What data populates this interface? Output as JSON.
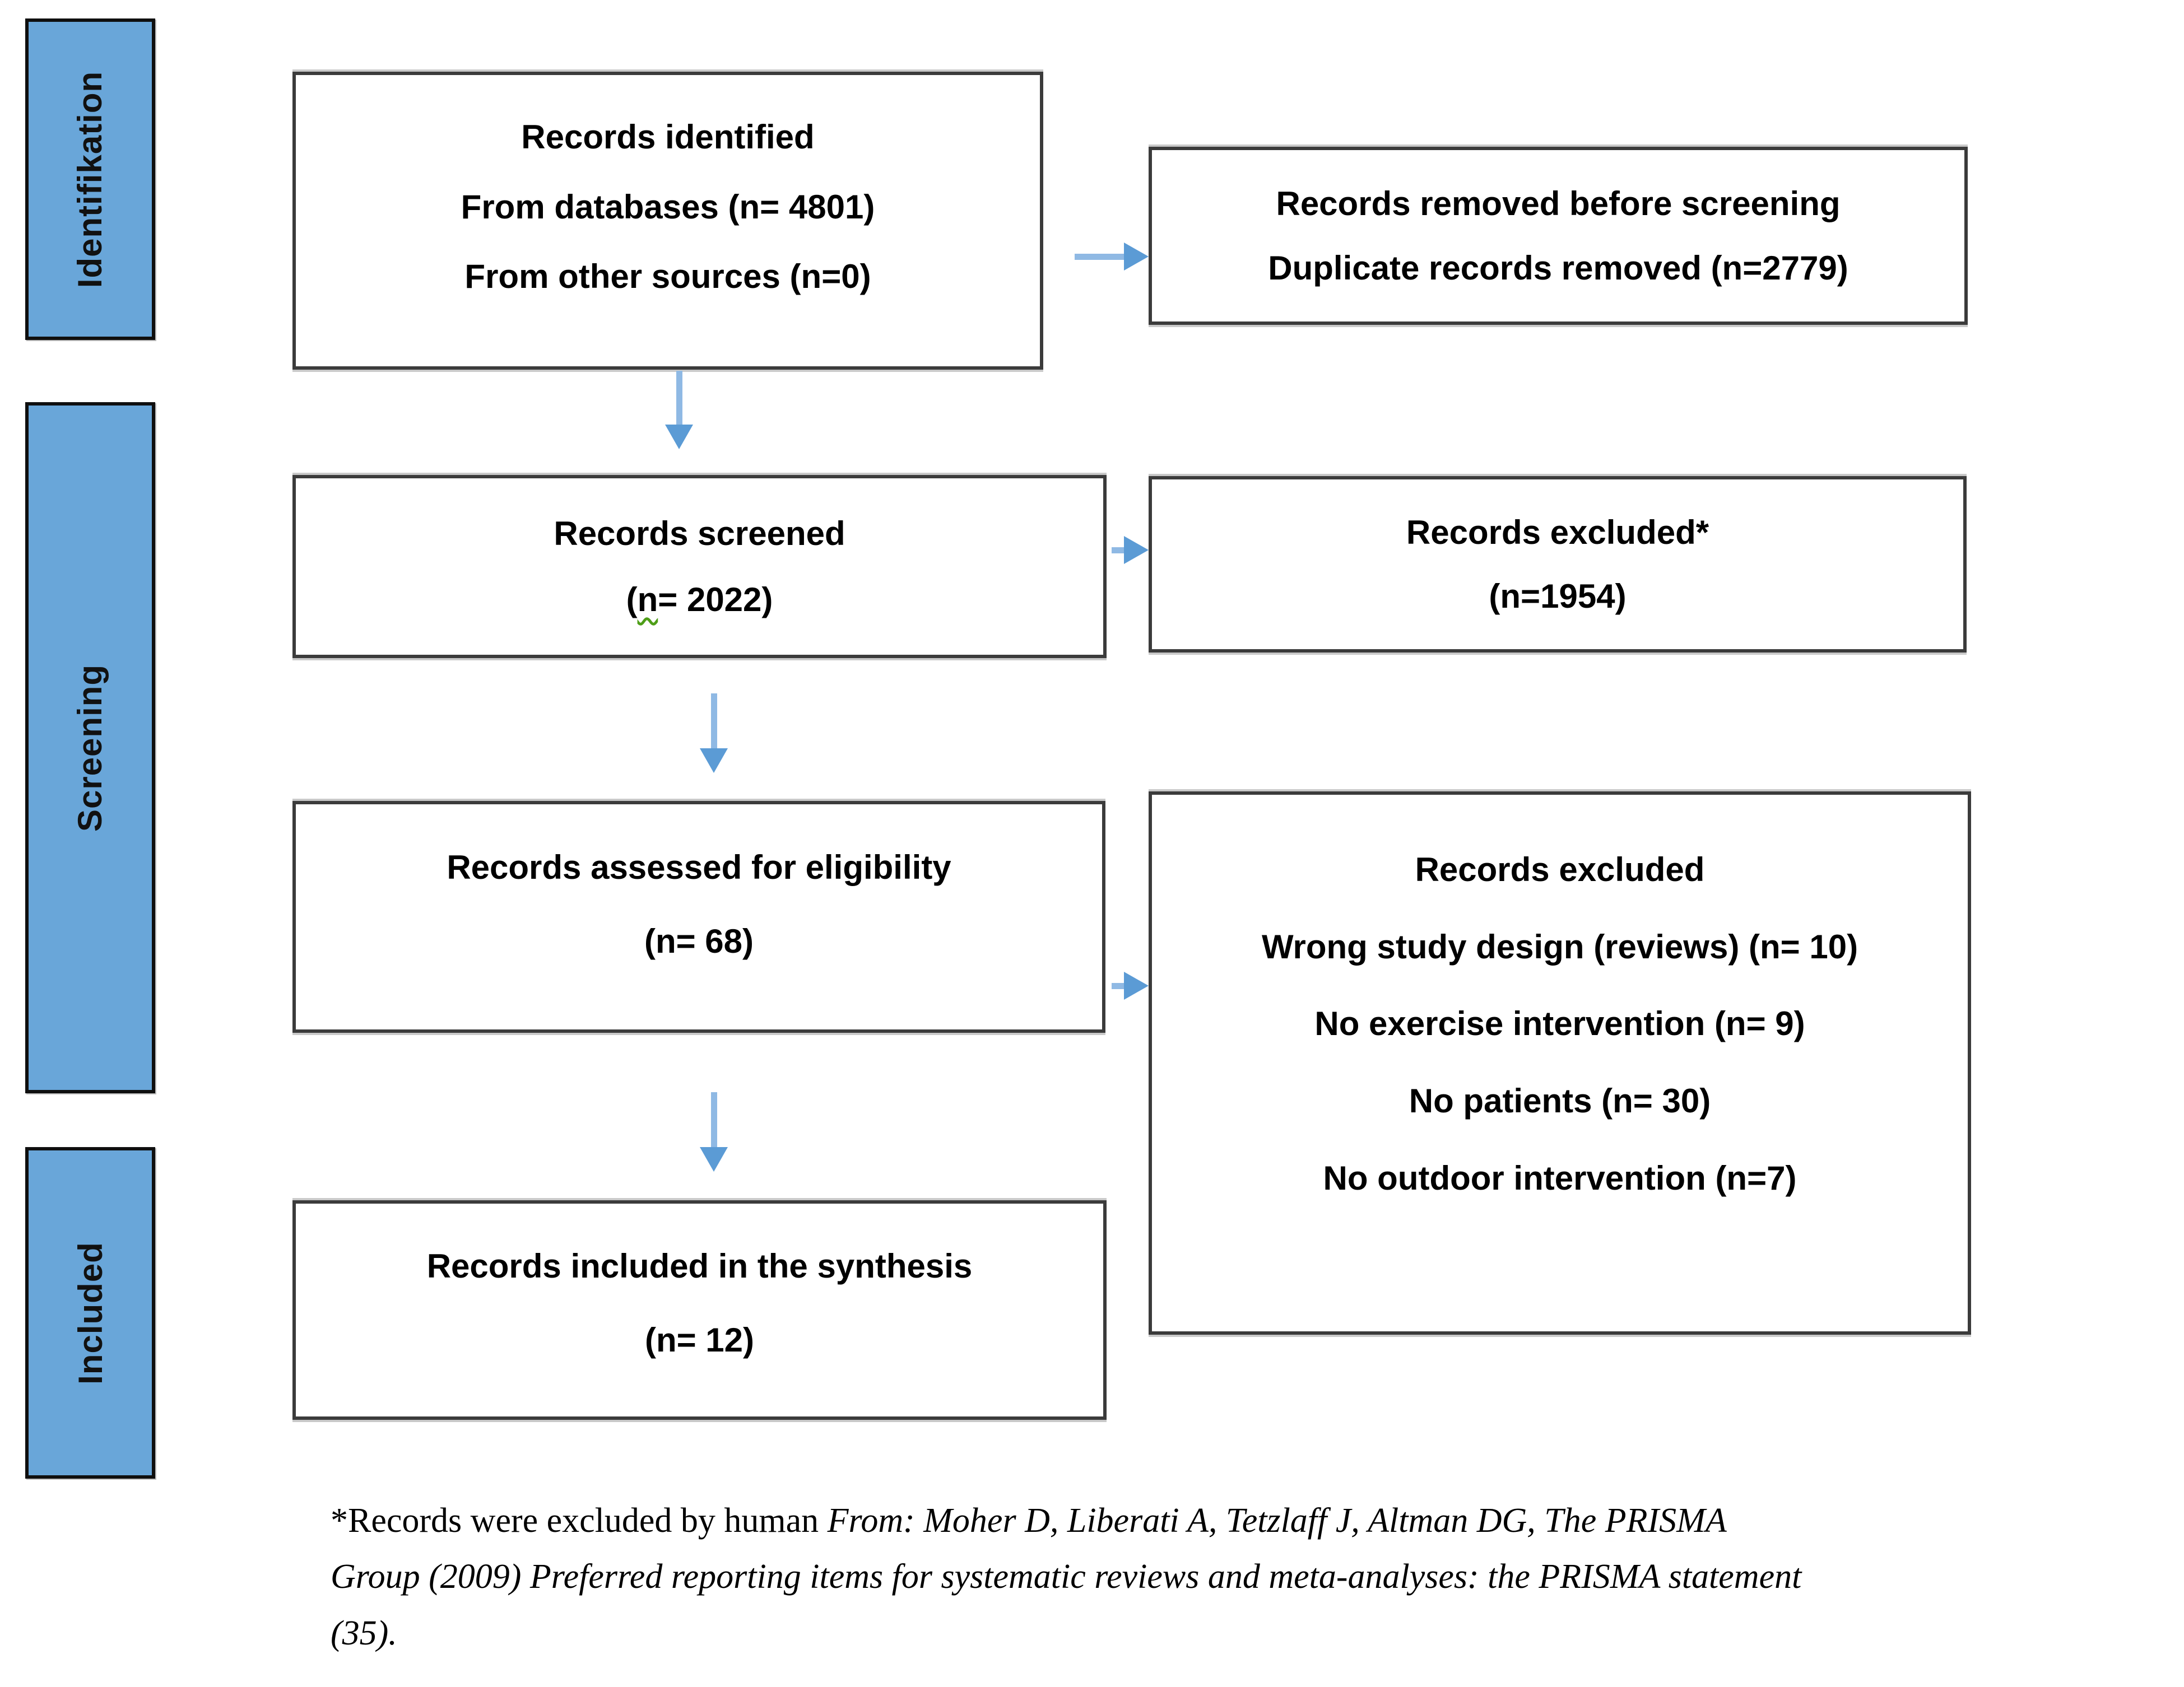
{
  "sidebar": {
    "identification_label": "Identifikation",
    "screening_label": "Screening",
    "included_label": "Included"
  },
  "flow": {
    "identified": {
      "title": "Records identified",
      "databases": "From databases (n= 4801)",
      "other_sources": "From other sources (n=0)"
    },
    "removed_before_screening": {
      "title": "Records removed before screening",
      "duplicates": "Duplicate records removed (n=2779)"
    },
    "screened": {
      "title": "Records screened",
      "count_pre": "(",
      "count_mark": "n",
      "count_post": "= 2022)"
    },
    "excluded_screening": {
      "title": "Records excluded*",
      "count": "(n=1954)"
    },
    "assessed": {
      "title": "Records assessed for eligibility",
      "count": "(n= 68)"
    },
    "excluded_eligibility": {
      "title": "Records excluded",
      "reason_design": "Wrong study design (reviews) (n= 10)",
      "reason_exercise": "No exercise intervention (n= 9)",
      "reason_patients": "No patients (n= 30)",
      "reason_outdoor": "No outdoor intervention (n=7)"
    },
    "included_synthesis": {
      "title": "Records included in the synthesis",
      "count": "(n= 12)"
    }
  },
  "footnote": {
    "plain": "*Records were excluded by human ",
    "cite_line1": "From: Moher D, Liberati A, Tetzlaff J, Altman DG, The PRISMA",
    "cite_line2": "Group (2009) Preferred reporting items for systematic reviews and meta-analyses: the PRISMA statement",
    "cite_line3": "(35)."
  },
  "colors": {
    "stage_fill": "#69A6D9",
    "stage_border": "#0F0F0F",
    "box_border": "#3B3B3B",
    "arrow_shaft": "#8FB9E4",
    "arrow_head": "#5B9BD5",
    "squiggle_green": "#4E9E18",
    "text": "#000000"
  }
}
